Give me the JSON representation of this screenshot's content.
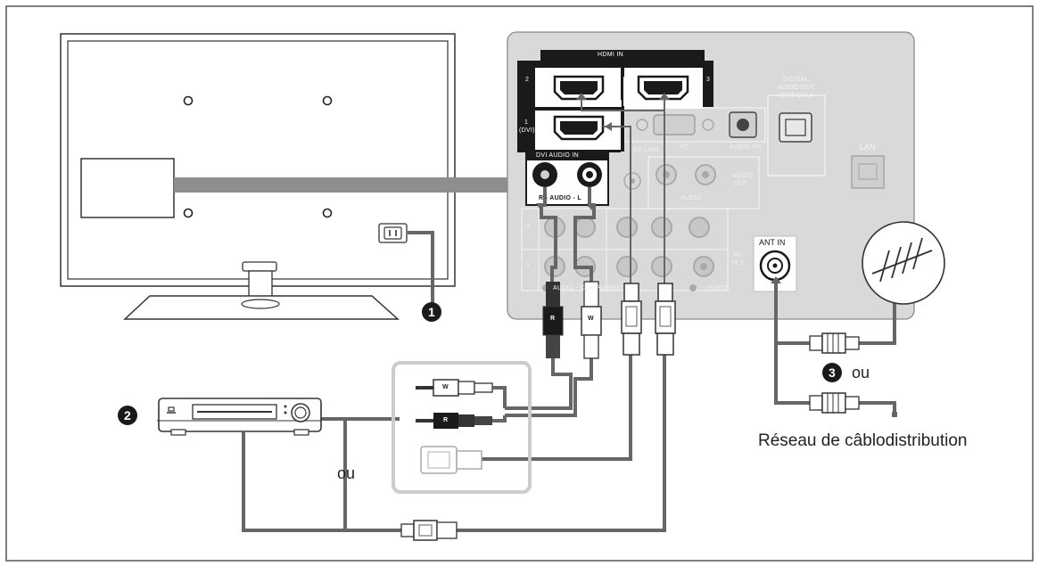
{
  "colors": {
    "panel": "#d9d9d9",
    "panel_edge": "#8a8a8a",
    "cable": "#666666",
    "cable_light": "#888888",
    "dark": "#1a1a1a",
    "accent_box": "#cccccc"
  },
  "panel": {
    "hdmi_in": "HDMI IN",
    "hdmi_port_2": "2",
    "hdmi_port_3": "3",
    "hdmi_port_1": "1",
    "hdmi_port_1_dvi": "(DVI)",
    "dvi_audio_in": "DVI AUDIO IN",
    "dvi_audio_row": "R - AUDIO - L",
    "digital_audio_out": [
      "DIGITAL",
      "AUDIO OUT",
      "(OPTICAL)"
    ],
    "lan": "LAN",
    "ant_in": "ANT IN",
    "audio_row": "AUDIO -",
    "audio_out": [
      "AUDIO",
      "OUT"
    ],
    "av_in": [
      "AV",
      "IN 1"
    ],
    "video": "VIDEO",
    "component_row": "AUDIO - COMPONENT",
    "ex_link": "EX-LINK",
    "pc_label": "PC",
    "audio_pc": "AUDIO PC",
    "row_2": "2",
    "row_1": "1",
    "plug_r": "R",
    "plug_w": "W"
  },
  "callouts": {
    "step1": "1",
    "step2": "2",
    "step3": "3"
  },
  "labels": {
    "or_left": "ou",
    "or_right": "ou",
    "network": "Réseau de câblodistribution"
  }
}
